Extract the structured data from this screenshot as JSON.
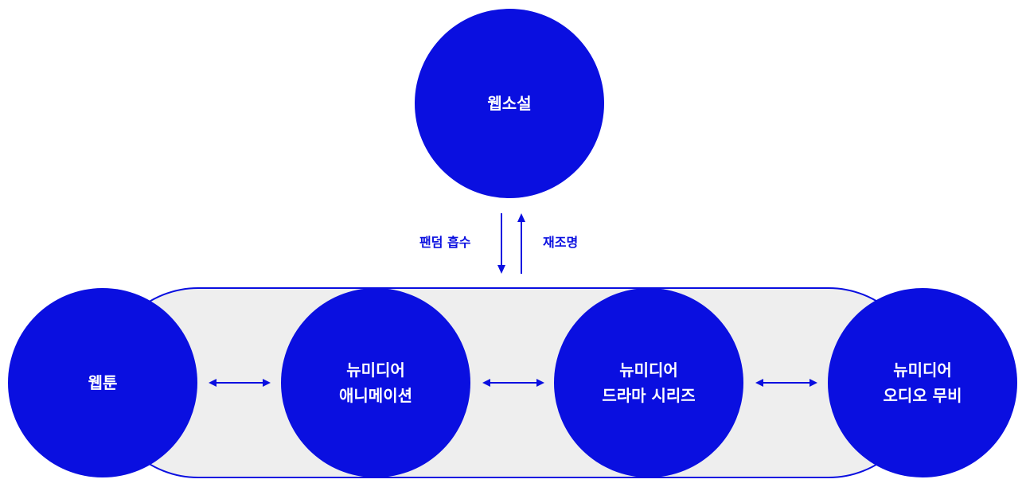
{
  "colors": {
    "primary": "#0a0fe0",
    "band": "#eeeeee"
  },
  "top_node": {
    "label": "웹소설"
  },
  "flow": {
    "down_label": "팬덤 흡수",
    "up_label": "재조명"
  },
  "nodes": [
    {
      "lines": [
        "웹툰"
      ]
    },
    {
      "lines": [
        "뉴미디어",
        "애니메이션"
      ]
    },
    {
      "lines": [
        "뉴미디어",
        "드라마 시리즈"
      ]
    },
    {
      "lines": [
        "뉴미디어",
        "오디오 무비"
      ]
    }
  ]
}
